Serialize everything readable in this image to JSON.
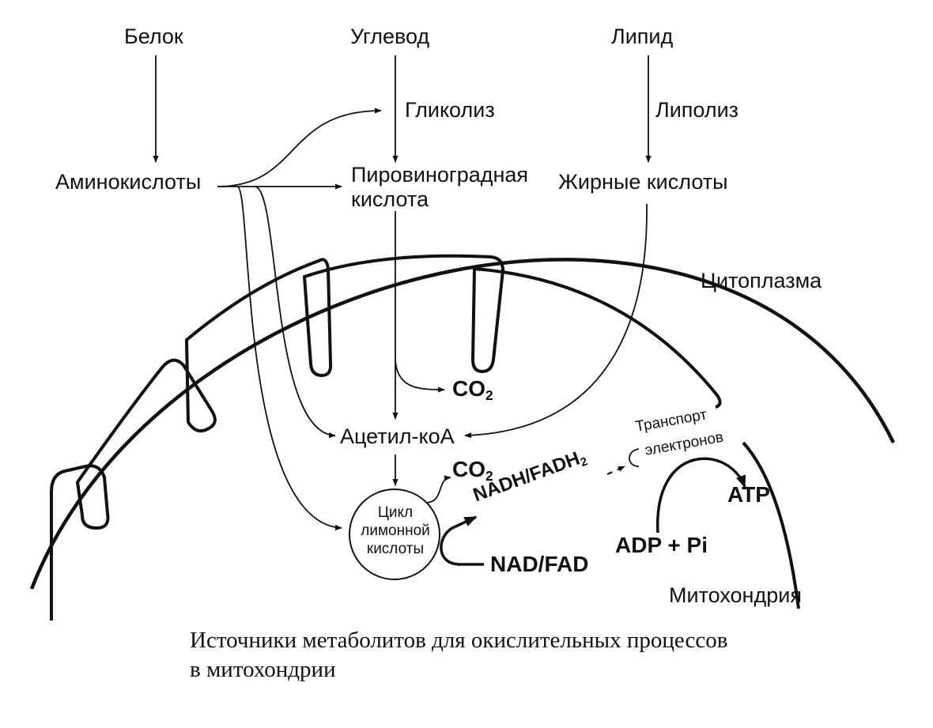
{
  "labels": {
    "protein": "Белок",
    "carbohydrate": "Углевод",
    "lipid": "Липид",
    "glycolysis": "Гликолиз",
    "lipolysis": "Липолиз",
    "amino_acids": "Аминокислоты",
    "pyruvic_acid_line1": "Пировиноградная",
    "pyruvic_acid_line2": "кислота",
    "fatty_acids": "Жирные кислоты",
    "cytoplasm": "Цитоплазма",
    "co2_a": "CO",
    "co2_a_sub": "2",
    "co2_b": "CO",
    "co2_b_sub": "2",
    "acetyl_coa": "Ацетил-коА",
    "cycle_line1": "Цикл",
    "cycle_line2": "лимонной",
    "cycle_line3": "кислоты",
    "nadh": "NADH/FADH",
    "nadh_sub": "2",
    "nad": "NAD/FAD",
    "transport_line1": "Транспорт",
    "transport_line2": "электронов",
    "atp": "ATP",
    "adp": "ADP + Pi",
    "mitochondria": "Митохондрия"
  },
  "caption": {
    "line1": "Источники метаболитов для окислительных процессов",
    "line2": "в митохондрии"
  },
  "colors": {
    "ink": "#111111",
    "paper": "#ffffff"
  }
}
